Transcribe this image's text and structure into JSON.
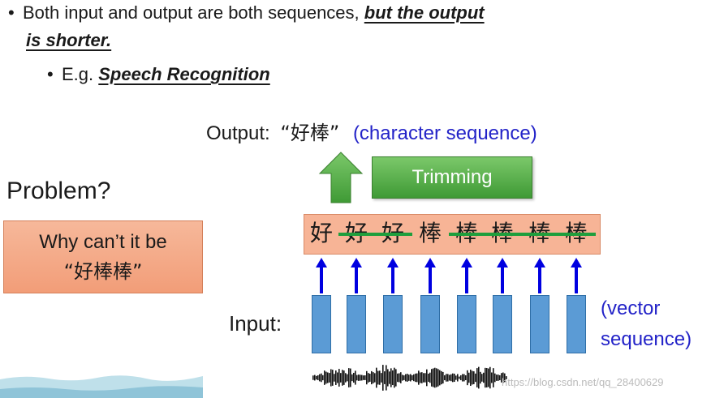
{
  "bullets": {
    "line1_prefix": "Both input and output are both sequences, ",
    "line1_emph_a": "but the output",
    "line1_emph_b": "is shorter.",
    "sub_prefix": "E.g. ",
    "sub_emph": "Speech Recognition"
  },
  "output": {
    "label": "Output:",
    "value": "“好棒”",
    "note": "(character sequence)"
  },
  "trimming_label": "Trimming",
  "problem": {
    "heading": "Problem?",
    "line1": "Why can’t it be",
    "line2": "“好棒棒”"
  },
  "characters": [
    {
      "char": "好",
      "struck": false
    },
    {
      "char": "好",
      "struck": true
    },
    {
      "char": "好",
      "struck": true
    },
    {
      "char": "棒",
      "struck": false
    },
    {
      "char": "棒",
      "struck": true
    },
    {
      "char": "棒",
      "struck": true
    },
    {
      "char": "棒",
      "struck": true
    },
    {
      "char": "棒",
      "struck": true
    }
  ],
  "input": {
    "label": "Input:",
    "note_line1": "(vector",
    "note_line2": "sequence)"
  },
  "watermark": "https://blog.csdn.net/qq_28400629",
  "colors": {
    "blue_text": "#2323c8",
    "trim_green": "#4ea843",
    "strike_green": "#1f9e3c",
    "vector_blue": "#5b9bd5",
    "arrow_blue": "#0000e0",
    "orange_box": "#f7b496"
  }
}
